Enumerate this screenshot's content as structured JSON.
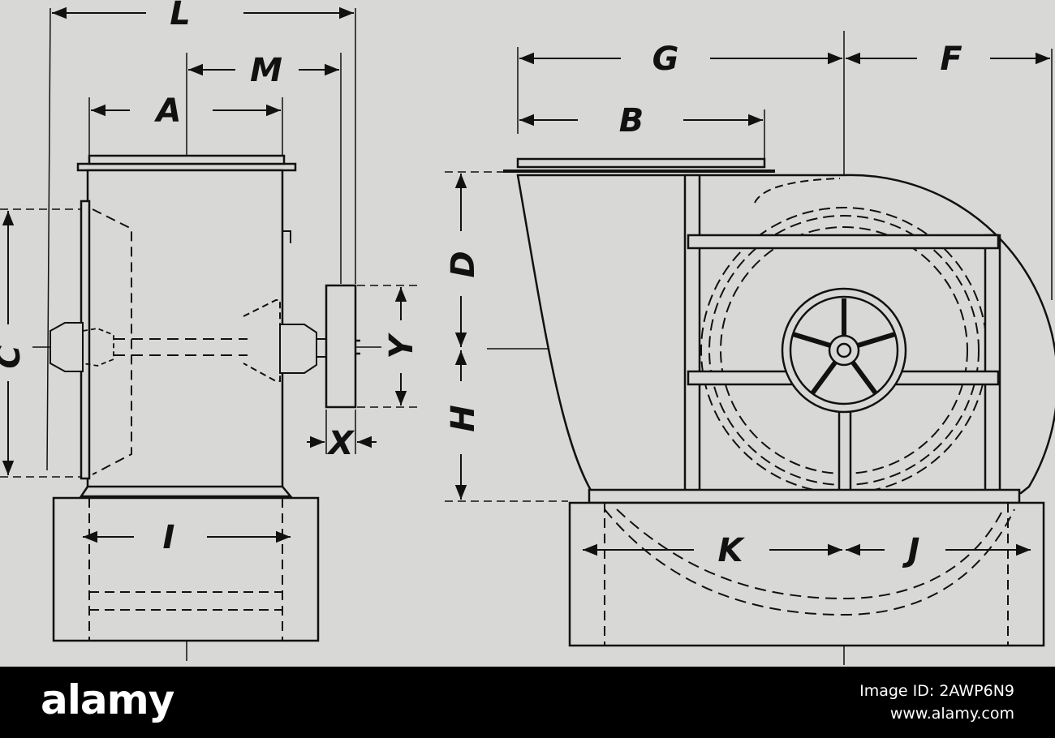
{
  "diagram": {
    "dimensions": {
      "L": "L",
      "M": "M",
      "A": "A",
      "C": "C",
      "I": "I",
      "X": "X",
      "Y": "Y",
      "G": "G",
      "F": "F",
      "B": "B",
      "D": "D",
      "H": "H",
      "K": "K",
      "J": "J"
    }
  },
  "footer": {
    "logo": "alamy",
    "image_id": "Image ID: 2AWP6N9",
    "site": "www.alamy.com"
  },
  "colors": {
    "background": "#d8d8d6",
    "ink": "#111111",
    "footer_bg": "#000000",
    "footer_text": "#ffffff"
  }
}
